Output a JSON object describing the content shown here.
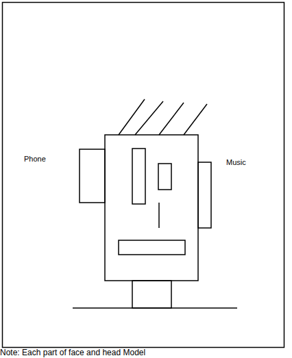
{
  "diagram": {
    "labels": [
      "Phone",
      "Music",
      "Note: Each part of face and head Model"
    ]
  }
}
